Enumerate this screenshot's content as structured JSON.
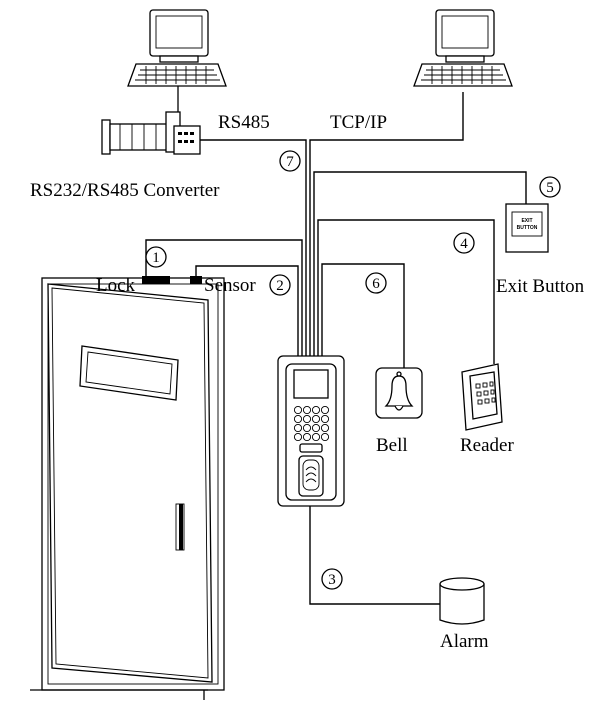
{
  "labels": {
    "rs485": "RS485",
    "tcpip": "TCP/IP",
    "converter": "RS232/RS485 Converter",
    "lock": "Lock",
    "sensor": "Sensor",
    "exit_button": "Exit Button",
    "bell": "Bell",
    "reader": "Reader",
    "alarm": "Alarm",
    "exit_button_face": [
      "EXIT",
      "BUTTON"
    ]
  },
  "markers": {
    "m1": "1",
    "m2": "2",
    "m3": "3",
    "m4": "4",
    "m5": "5",
    "m6": "6",
    "m7": "7"
  }
}
